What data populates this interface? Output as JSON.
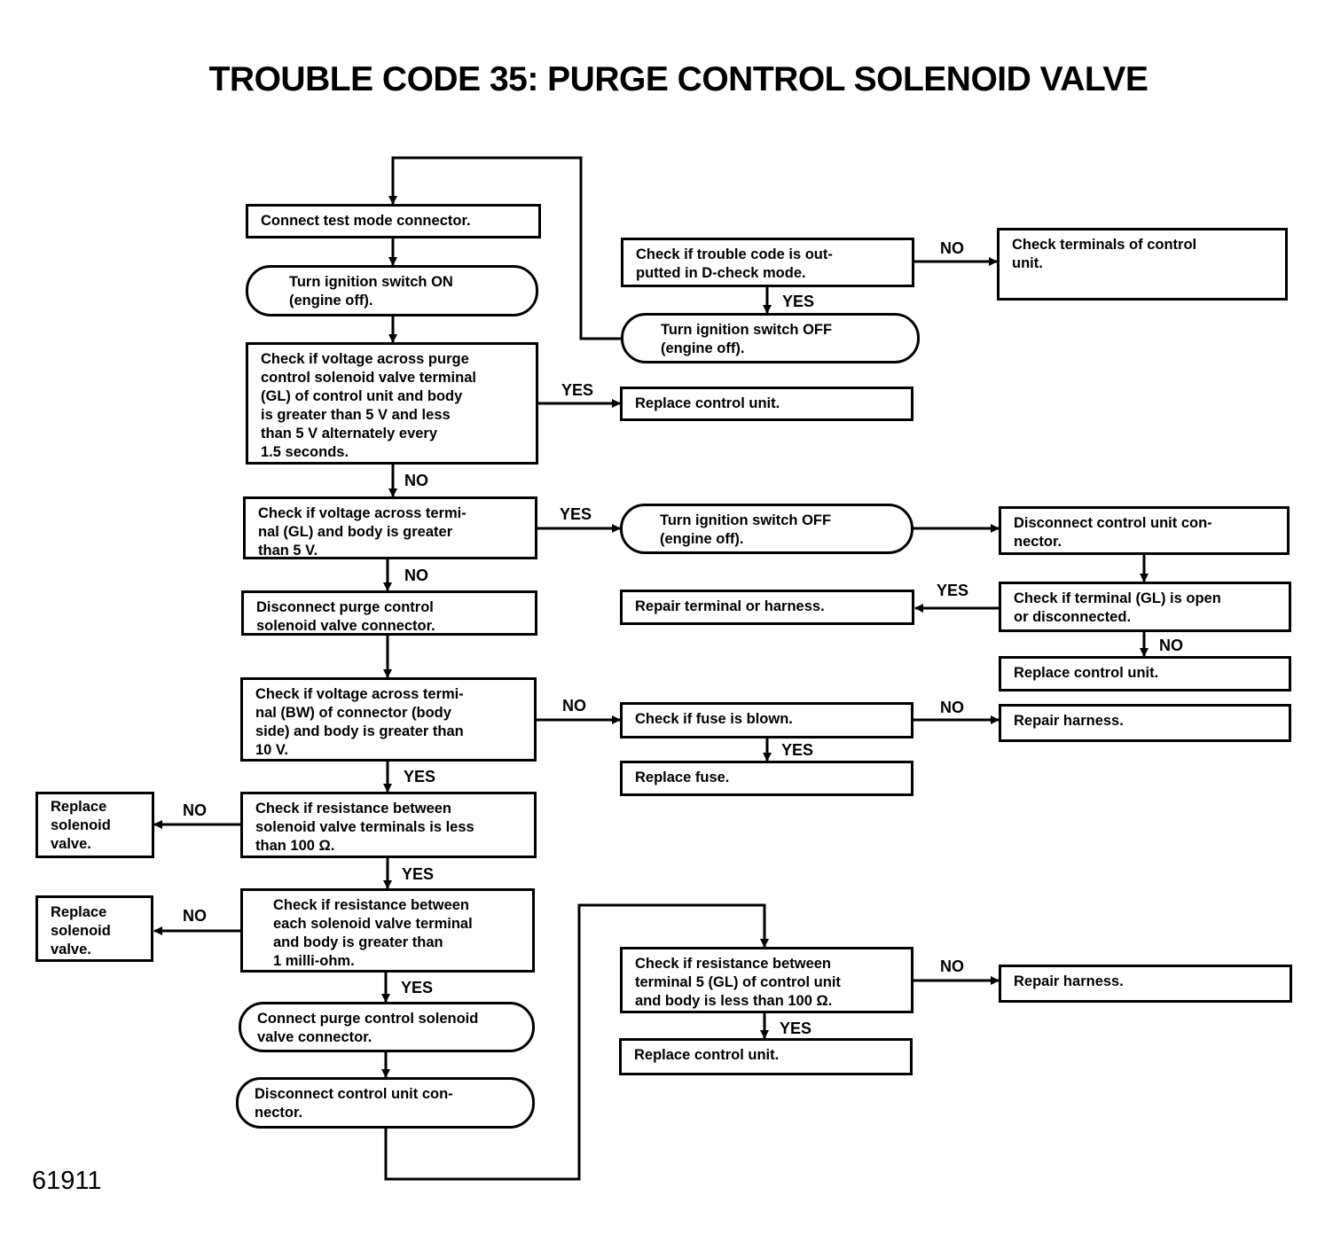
{
  "title": "TROUBLE CODE 35: PURGE CONTROL SOLENOID VALVE",
  "figure_number": "61911",
  "nodes": {
    "connect_test_mode": "Connect test mode connector.",
    "ign_on": "Turn ignition switch ON\n(engine off).",
    "check_voltage_alt": "Check if voltage across purge\ncontrol solenoid valve terminal\n(GL) of control unit and body\nis greater than 5 V and less\nthan 5 V alternately every\n1.5 seconds.",
    "check_voltage_gl": "Check if voltage across termi-\nnal (GL) and body is greater\nthan 5 V.",
    "disconnect_purge": "Disconnect purge control\nsolenoid valve connector.",
    "check_voltage_bw": "Check if voltage across termi-\nnal (BW) of connector (body\nside) and body is greater than\n10 V.",
    "check_res_terminals": "Check if resistance between\nsolenoid valve terminals is less\nthan 100 Ω.",
    "check_res_body": "Check if resistance between\neach solenoid valve terminal\nand body is greater than\n1 milli-ohm.",
    "connect_purge": "Connect purge control solenoid\nvalve connector.",
    "disconnect_cu": "Disconnect control unit con-\nnector.",
    "replace_solenoid_1": "Replace\nsolenoid\nvalve.",
    "replace_solenoid_2": "Replace\nsolenoid\nvalve.",
    "check_dcheck": "Check if trouble code is out-\nputted in D-check mode.",
    "check_terminals_cu": "Check terminals of control\nunit.",
    "ign_off_1": "Turn ignition switch OFF\n(engine off).",
    "replace_cu_1": "Replace control unit.",
    "ign_off_2": "Turn ignition switch OFF\n(engine off).",
    "disconnect_cu_2": "Disconnect control unit con-\nnector.",
    "check_gl_open": "Check if terminal (GL) is open\nor disconnected.",
    "repair_terminal": "Repair terminal or harness.",
    "replace_cu_2": "Replace control unit.",
    "check_fuse": "Check if fuse is blown.",
    "repair_harness_1": "Repair harness.",
    "replace_fuse": "Replace fuse.",
    "check_res_gl": "Check if resistance between\nterminal 5 (GL) of control unit\nand body is less than 100 Ω.",
    "repair_harness_2": "Repair harness.",
    "replace_cu_3": "Replace control unit."
  },
  "labels": {
    "no_dcheck": "NO",
    "yes_dcheck": "YES",
    "yes_alt": "YES",
    "no_alt": "NO",
    "yes_gl": "YES",
    "no_gl": "NO",
    "yes_open": "YES",
    "no_open": "NO",
    "no_bw": "NO",
    "no_fuse": "NO",
    "yes_fuse": "YES",
    "yes_bw": "YES",
    "no_res1": "NO",
    "yes_res1": "YES",
    "no_res2": "NO",
    "yes_res2": "YES",
    "no_resgl": "NO",
    "yes_resgl": "YES"
  }
}
